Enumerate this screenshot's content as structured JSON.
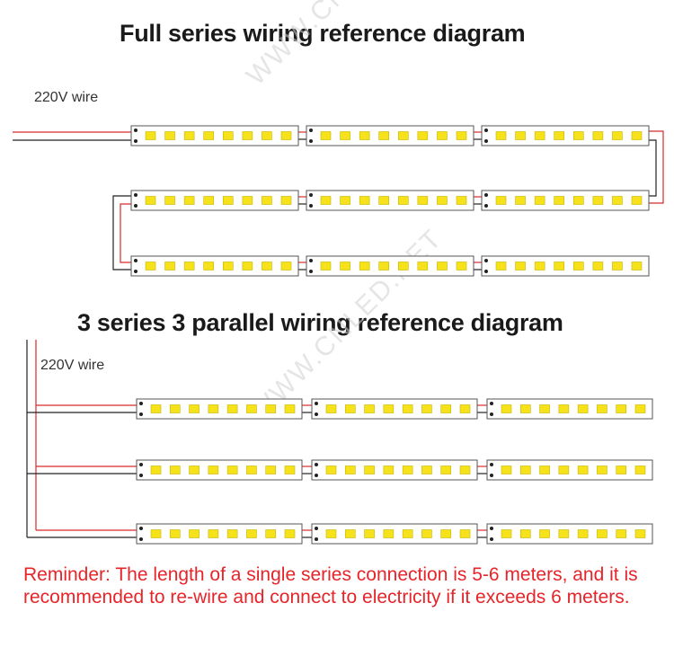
{
  "titles": {
    "series": "Full series wiring reference diagram",
    "parallel": "3 series 3 parallel wiring reference diagram"
  },
  "labels": {
    "series_wire": "220V wire",
    "parallel_wire": "220V wire"
  },
  "reminder": "Reminder: The length of a single series connection is 5-6 meters, and it is recommended to re-wire and connect to electricity if it exceeds 6 meters.",
  "watermarks": [
    "WWW.CNLED.NET",
    "WWW.CNLED.NET"
  ],
  "colors": {
    "led": "#f5e21a",
    "strip_border": "#555555",
    "wire_red": "#d92b2b",
    "wire_black": "#222222",
    "title": "#1a1a1a",
    "reminder": "#e5252a"
  },
  "strips": {
    "leds_per_strip": 8,
    "series_layout": "3 rows x 3 strips, snake",
    "parallel_layout": "3 rows x 3 strips"
  }
}
